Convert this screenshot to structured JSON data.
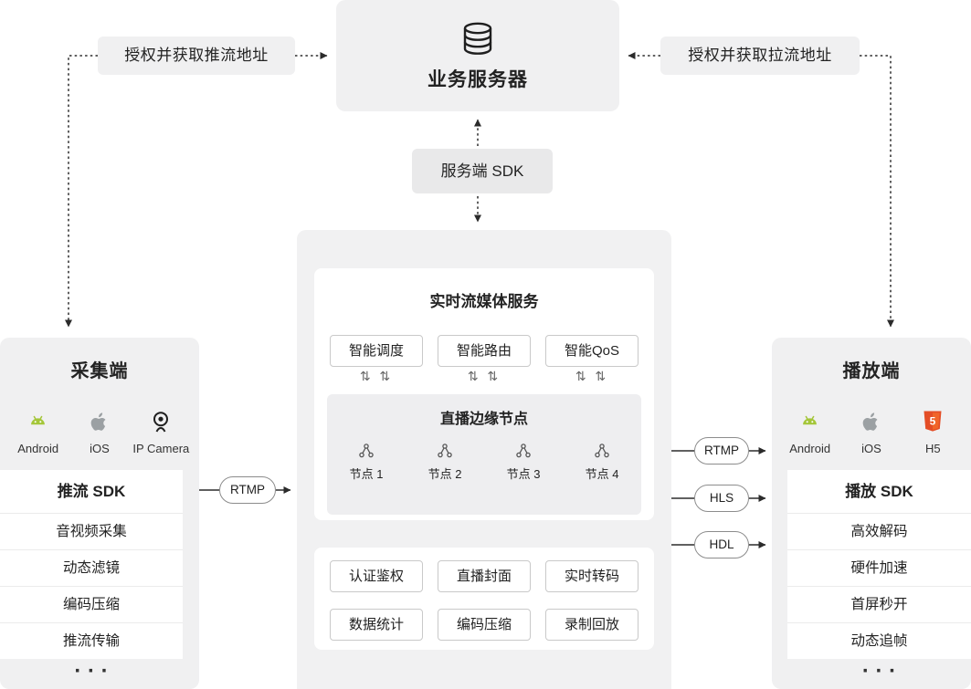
{
  "server": {
    "title": "业务服务器"
  },
  "auth": {
    "push_label": "授权并获取推流地址",
    "pull_label": "授权并获取拉流地址"
  },
  "server_sdk": {
    "label": "服务端 SDK"
  },
  "media_service": {
    "title": "实时流媒体服务",
    "smart_modules": [
      "智能调度",
      "智能路由",
      "智能QoS"
    ],
    "sync_icon": "⇅ ⇅",
    "edge": {
      "title": "直播边缘节点",
      "nodes": [
        "节点 1",
        "节点 2",
        "节点 3",
        "节点 4"
      ]
    },
    "features_row1": [
      "认证鉴权",
      "直播封面",
      "实时转码"
    ],
    "features_row2": [
      "数据统计",
      "编码压缩",
      "录制回放"
    ]
  },
  "capture": {
    "title": "采集端",
    "platforms": [
      {
        "icon": "android-icon",
        "label": "Android"
      },
      {
        "icon": "apple-icon",
        "label": "iOS"
      },
      {
        "icon": "ip-camera-icon",
        "label": "IP Camera"
      }
    ],
    "sdk_label": "推流 SDK",
    "features": [
      "音视频采集",
      "动态滤镜",
      "编码压缩",
      "推流传输"
    ],
    "more": "· · ·"
  },
  "player": {
    "title": "播放端",
    "platforms": [
      {
        "icon": "android-icon",
        "label": "Android"
      },
      {
        "icon": "apple-icon",
        "label": "iOS"
      },
      {
        "icon": "html5-icon",
        "label": "H5"
      }
    ],
    "sdk_label": "播放 SDK",
    "features": [
      "高效解码",
      "硬件加速",
      "首屏秒开",
      "动态追帧"
    ],
    "more": "· · ·"
  },
  "protocols": {
    "push": "RTMP",
    "pull": [
      "RTMP",
      "HLS",
      "HDL"
    ]
  },
  "colors": {
    "android_green": "#a4c639",
    "apple_gray": "#9ba0a3",
    "html5_orange": "#e44d26",
    "html5_orange_light": "#f16529",
    "panel_gray": "#f0f0f1",
    "line_dark": "#2b2b2b"
  }
}
